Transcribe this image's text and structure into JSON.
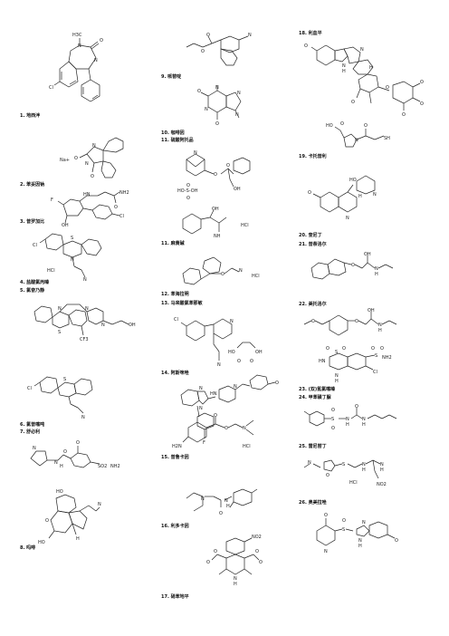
{
  "items": [
    {
      "label": "1. 地西泮"
    },
    {
      "label": "2. 苯妥因钠"
    },
    {
      "label": "3. 普罗加比"
    },
    {
      "label": "4. 盐酸氯丙嗪"
    },
    {
      "label": "5. 氯奋乃静"
    },
    {
      "label": "6. 氯普噻吨"
    },
    {
      "label": "7. 舒必利"
    },
    {
      "label": "8. 吗啡"
    },
    {
      "label": "9. 哌替啶"
    },
    {
      "label": "10. 咖啡因"
    },
    {
      "label": "11. 硫酸阿托品"
    },
    {
      "label": "11. 麻黄碱"
    },
    {
      "label": "12. 苯海拉明"
    },
    {
      "label": "13. 马来酸氯苯那敏"
    },
    {
      "label": "14. 阿斯咪唑"
    },
    {
      "label": "15. 普鲁卡因"
    },
    {
      "label": "16. 利多卡因"
    },
    {
      "label": "17. 硝苯地平"
    },
    {
      "label": "18. 利血平"
    },
    {
      "label": "19. 卡托普利"
    },
    {
      "label": "20. 奎尼丁"
    },
    {
      "label": "21. 普萘洛尔"
    },
    {
      "label": "22. 美托洛尔"
    },
    {
      "label": "23. (双)氢氯噻嗪"
    },
    {
      "label": "24. 甲苯磺丁脲"
    },
    {
      "label": "25. 雷尼替丁"
    },
    {
      "label": "26. 奥美拉唑"
    }
  ],
  "atoms": {
    "diazepam": [
      "H3C",
      "O",
      "N",
      "N",
      "Cl"
    ],
    "phenytoin": [
      "Na+",
      "O",
      "N",
      "N",
      "O"
    ],
    "progabide": [
      "F",
      "HN",
      "NH2",
      "O",
      "Cl",
      "OH"
    ],
    "chlorpromazine": [
      "S",
      "N",
      "Cl",
      "HCl",
      "N"
    ],
    "fluphenazine": [
      "S",
      "N",
      "N",
      "N",
      "OH",
      "CF3"
    ],
    "chlorprothixene": [
      "S",
      "Cl",
      "N"
    ],
    "sulpiride": [
      "N",
      "O",
      "H",
      "N",
      "O",
      "SO2",
      "NH2"
    ],
    "morphine": [
      "HO",
      "O",
      "N",
      "HO",
      "H"
    ],
    "pethidine": [
      "O",
      "O",
      "N"
    ],
    "caffeine": [
      "O",
      "N",
      "N",
      "N",
      "N",
      "O"
    ],
    "atropine": [
      "N",
      "O",
      "O",
      "OH",
      "HO-S-OH",
      "O",
      "O"
    ],
    "ephedrine": [
      "OH",
      "NH",
      "HCl"
    ],
    "diphenhydramine": [
      "O",
      "N",
      "HCl"
    ],
    "chlorphenamine": [
      "Cl",
      "N",
      "N",
      "HO",
      "OH",
      "O",
      "O"
    ],
    "astemizole": [
      "N",
      "N",
      "N",
      "HN",
      "O",
      "F"
    ],
    "procaine": [
      "O",
      "O",
      "N",
      "H2N",
      "HCl"
    ],
    "lidocaine": [
      "N",
      "O",
      "H",
      "N"
    ],
    "nifedipine": [
      "NO2",
      "O",
      "O",
      "O",
      "O",
      "N",
      "H"
    ],
    "reserpine": [
      "O",
      "N",
      "H",
      "N",
      "H",
      "O",
      "O",
      "O",
      "O",
      "O"
    ],
    "captopril": [
      "HO",
      "O",
      "N",
      "O",
      "SH"
    ],
    "quinidine": [
      "HO",
      "N",
      "O",
      "N",
      "H"
    ],
    "propranolol": [
      "O",
      "OH",
      "N",
      "H"
    ],
    "metoprolol": [
      "O",
      "O",
      "OH",
      "N",
      "H"
    ],
    "hydrochlorothiazide": [
      "O",
      "S",
      "O",
      "HN",
      "N",
      "H",
      "Cl",
      "S",
      "NH2",
      "O",
      "O"
    ],
    "tolbutamide": [
      "S",
      "O",
      "O",
      "N",
      "H",
      "N",
      "H",
      "O"
    ],
    "ranitidine": [
      "N",
      "O",
      "S",
      "N",
      "H",
      "N",
      "H",
      "HCl",
      "NO2"
    ],
    "omeprazole": [
      "O",
      "N",
      "S",
      "O",
      "N",
      "H",
      "N",
      "O"
    ]
  }
}
